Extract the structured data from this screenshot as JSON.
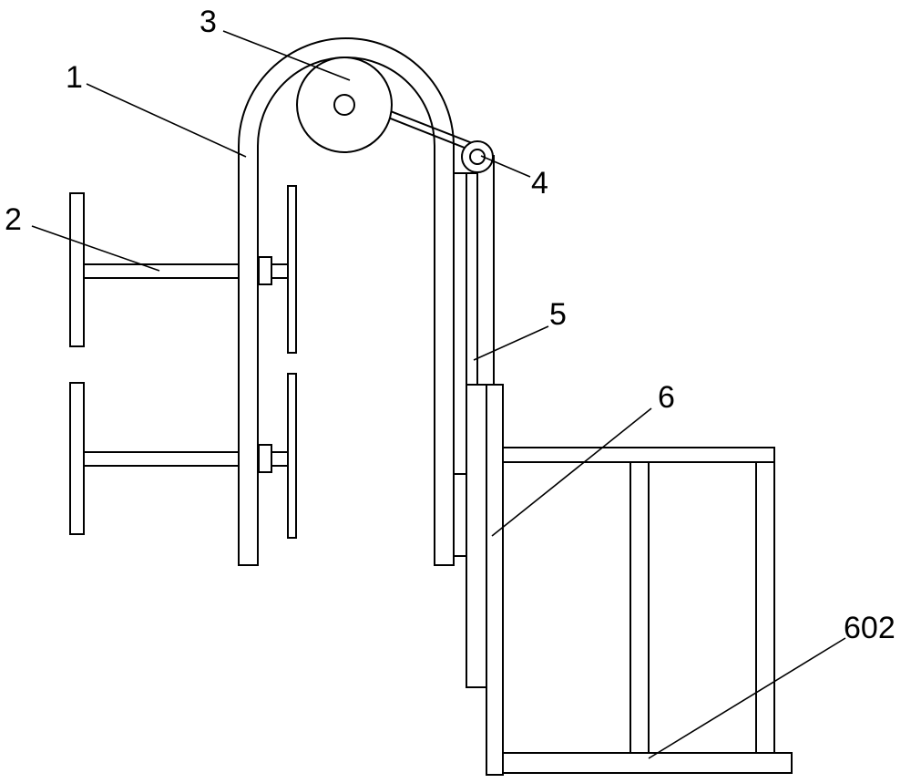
{
  "figure": {
    "labels": [
      {
        "id": "1",
        "text": "1"
      },
      {
        "id": "2",
        "text": "2"
      },
      {
        "id": "3",
        "text": "3"
      },
      {
        "id": "4",
        "text": "4"
      },
      {
        "id": "5",
        "text": "5"
      },
      {
        "id": "6",
        "text": "6"
      },
      {
        "id": "602",
        "text": "602"
      }
    ]
  },
  "colors": {
    "stroke": "#000000",
    "background": "#ffffff"
  }
}
